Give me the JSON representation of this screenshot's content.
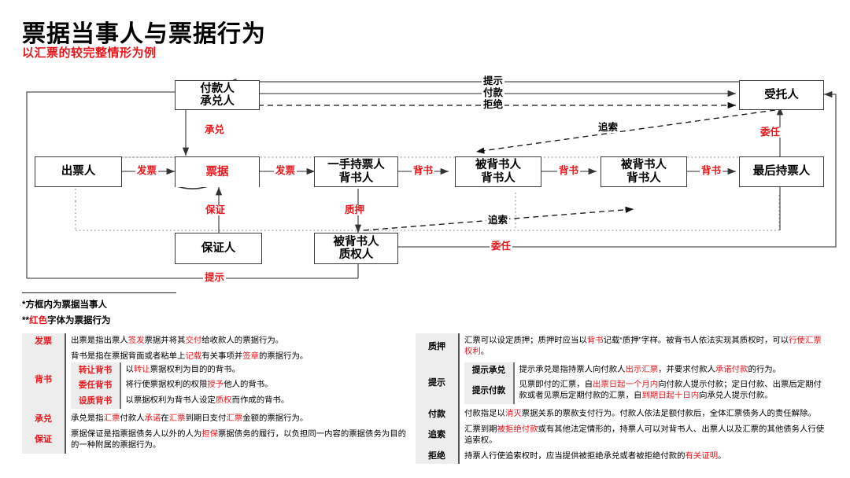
{
  "header": {
    "title": "票据当事人与票据行为",
    "subtitle": "以汇票的较完整情形为例"
  },
  "diagram": {
    "nodes": [
      {
        "id": "payer",
        "lines": [
          "付款人",
          "承兑人"
        ]
      },
      {
        "id": "trustee",
        "lines": [
          "受托人"
        ]
      },
      {
        "id": "drawer",
        "lines": [
          "出票人"
        ]
      },
      {
        "id": "bill",
        "lines": [
          "票据"
        ]
      },
      {
        "id": "holder1",
        "lines": [
          "一手持票人",
          "背书人"
        ]
      },
      {
        "id": "endorsee1",
        "lines": [
          "被背书人",
          "背书人"
        ]
      },
      {
        "id": "endorsee2",
        "lines": [
          "被背书人",
          "背书人"
        ]
      },
      {
        "id": "lastholder",
        "lines": [
          "最后持票人"
        ]
      },
      {
        "id": "guarantor",
        "lines": [
          "保证人"
        ]
      },
      {
        "id": "pledgee",
        "lines": [
          "被背书人",
          "质权人"
        ]
      }
    ],
    "edges": {
      "tishi_top": "提示",
      "fukuan_top": "付款",
      "jujue_top": "拒绝",
      "chengdui": "承兑",
      "zhuisuo_upper": "追索",
      "weiren_right": "委任",
      "fapiao_1": "发票",
      "fapiao_2": "发票",
      "beishu_1": "背书",
      "beishu_2": "背书",
      "beishu_3": "背书",
      "baozheng": "保证",
      "zhiya": "质押",
      "zhuisuo_lower": "追索",
      "weiren_lower": "委任",
      "tishi_bottom": "提示"
    }
  },
  "notes": [
    {
      "star": "*",
      "red": "",
      "text": "方框内为票据当事人"
    },
    {
      "star": "**",
      "red": "红色",
      "text": "字体为票据行为"
    }
  ],
  "tables": {
    "left": [
      {
        "label": "发票",
        "label_red": true,
        "paragraphs": [
          [
            {
              "t": "出票是指出票人"
            },
            {
              "t": "签发",
              "r": true
            },
            {
              "t": "票据并将其"
            },
            {
              "t": "交付",
              "r": true
            },
            {
              "t": "给收款人的票据行为。"
            }
          ]
        ],
        "sub": []
      },
      {
        "label": "背书",
        "label_red": true,
        "paragraphs": [
          [
            {
              "t": "背书是指在票据背面或者粘单上"
            },
            {
              "t": "记载",
              "r": true
            },
            {
              "t": "有关事项并"
            },
            {
              "t": "签章",
              "r": true
            },
            {
              "t": "的票据行为。"
            }
          ]
        ],
        "sub": [
          {
            "label": "转让背书",
            "label_red": true,
            "paragraphs": [
              [
                {
                  "t": "以"
                },
                {
                  "t": "转让",
                  "r": true
                },
                {
                  "t": "票据权利为目的的背书。"
                }
              ]
            ]
          },
          {
            "label": "委任背书",
            "label_red": true,
            "paragraphs": [
              [
                {
                  "t": "将行使票据权利的权限"
                },
                {
                  "t": "授予",
                  "r": true
                },
                {
                  "t": "他人的背书。"
                }
              ]
            ]
          },
          {
            "label": "设质背书",
            "label_red": true,
            "paragraphs": [
              [
                {
                  "t": "以票据权利为背书人设定"
                },
                {
                  "t": "质权",
                  "r": true
                },
                {
                  "t": "而作成的背书。"
                }
              ]
            ]
          }
        ]
      },
      {
        "label": "承兑",
        "label_red": true,
        "paragraphs": [
          [
            {
              "t": "承兑是指"
            },
            {
              "t": "汇票",
              "r": true
            },
            {
              "t": "付款人"
            },
            {
              "t": "承诺",
              "r": true
            },
            {
              "t": "在"
            },
            {
              "t": "汇票",
              "r": true
            },
            {
              "t": "到期日支付"
            },
            {
              "t": "汇票",
              "r": true
            },
            {
              "t": "金额的票据行为。"
            }
          ]
        ],
        "sub": []
      },
      {
        "label": "保证",
        "label_red": true,
        "paragraphs": [
          [
            {
              "t": "票据保证是指票据债务人以外的人为"
            },
            {
              "t": "担保",
              "r": true
            },
            {
              "t": "票据债务的履行，以负担同一内容的票据债务为目的的一种附属的票据行为。"
            }
          ]
        ],
        "sub": []
      }
    ],
    "right": [
      {
        "label": "质押",
        "label_red": false,
        "paragraphs": [
          [
            {
              "t": "汇票可以设定质押；质押时应当以"
            },
            {
              "t": "背书",
              "r": true
            },
            {
              "t": "记载“质押”字样。被背书人依法实现其质权时，可以"
            },
            {
              "t": "行使汇票权利",
              "r": true
            },
            {
              "t": "。"
            }
          ]
        ],
        "sub": []
      },
      {
        "label": "提示",
        "label_red": false,
        "paragraphs": [],
        "sub": [
          {
            "label": "提示承兑",
            "label_red": false,
            "paragraphs": [
              [
                {
                  "t": "提示承兑是指持票人向付款人"
                },
                {
                  "t": "出示汇票",
                  "r": true
                },
                {
                  "t": "，并要求付款人"
                },
                {
                  "t": "承诺付款",
                  "r": true
                },
                {
                  "t": "的行为。"
                }
              ]
            ]
          },
          {
            "label": "提示付款",
            "label_red": false,
            "paragraphs": [
              [
                {
                  "t": "见票即付的汇票，自"
                },
                {
                  "t": "出票日起一个月内",
                  "r": true
                },
                {
                  "t": "向付款人提示付款；定日付款、出票后定期付款或者见票后定期付款的汇票，自"
                },
                {
                  "t": "到期日起十日内",
                  "r": true
                },
                {
                  "t": "向承兑人提示付款。"
                }
              ]
            ]
          }
        ]
      },
      {
        "label": "付款",
        "label_red": false,
        "paragraphs": [
          [
            {
              "t": "付款指足以"
            },
            {
              "t": "消灭",
              "r": true
            },
            {
              "t": "票据关系的票款支付行为。付款人依法足额付款后，全体汇票债务人的责任解除。"
            }
          ]
        ],
        "sub": []
      },
      {
        "label": "追索",
        "label_red": false,
        "paragraphs": [
          [
            {
              "t": "汇票到期"
            },
            {
              "t": "被拒绝付款",
              "r": true
            },
            {
              "t": "或有其他法定情形的，持票人可以对背书人、出票人以及汇票的其他债务人行使追索权。"
            }
          ]
        ],
        "sub": []
      },
      {
        "label": "拒绝",
        "label_red": false,
        "paragraphs": [
          [
            {
              "t": "持票人行使追索权时，应当提供被拒绝承兑或者被拒绝付款的"
            },
            {
              "t": "有关证明",
              "r": true
            },
            {
              "t": "。"
            }
          ]
        ],
        "sub": []
      }
    ]
  },
  "colors": {
    "accent_red": "#e8161b",
    "line": "#3a3a3a",
    "label_bg": "#ededed"
  }
}
